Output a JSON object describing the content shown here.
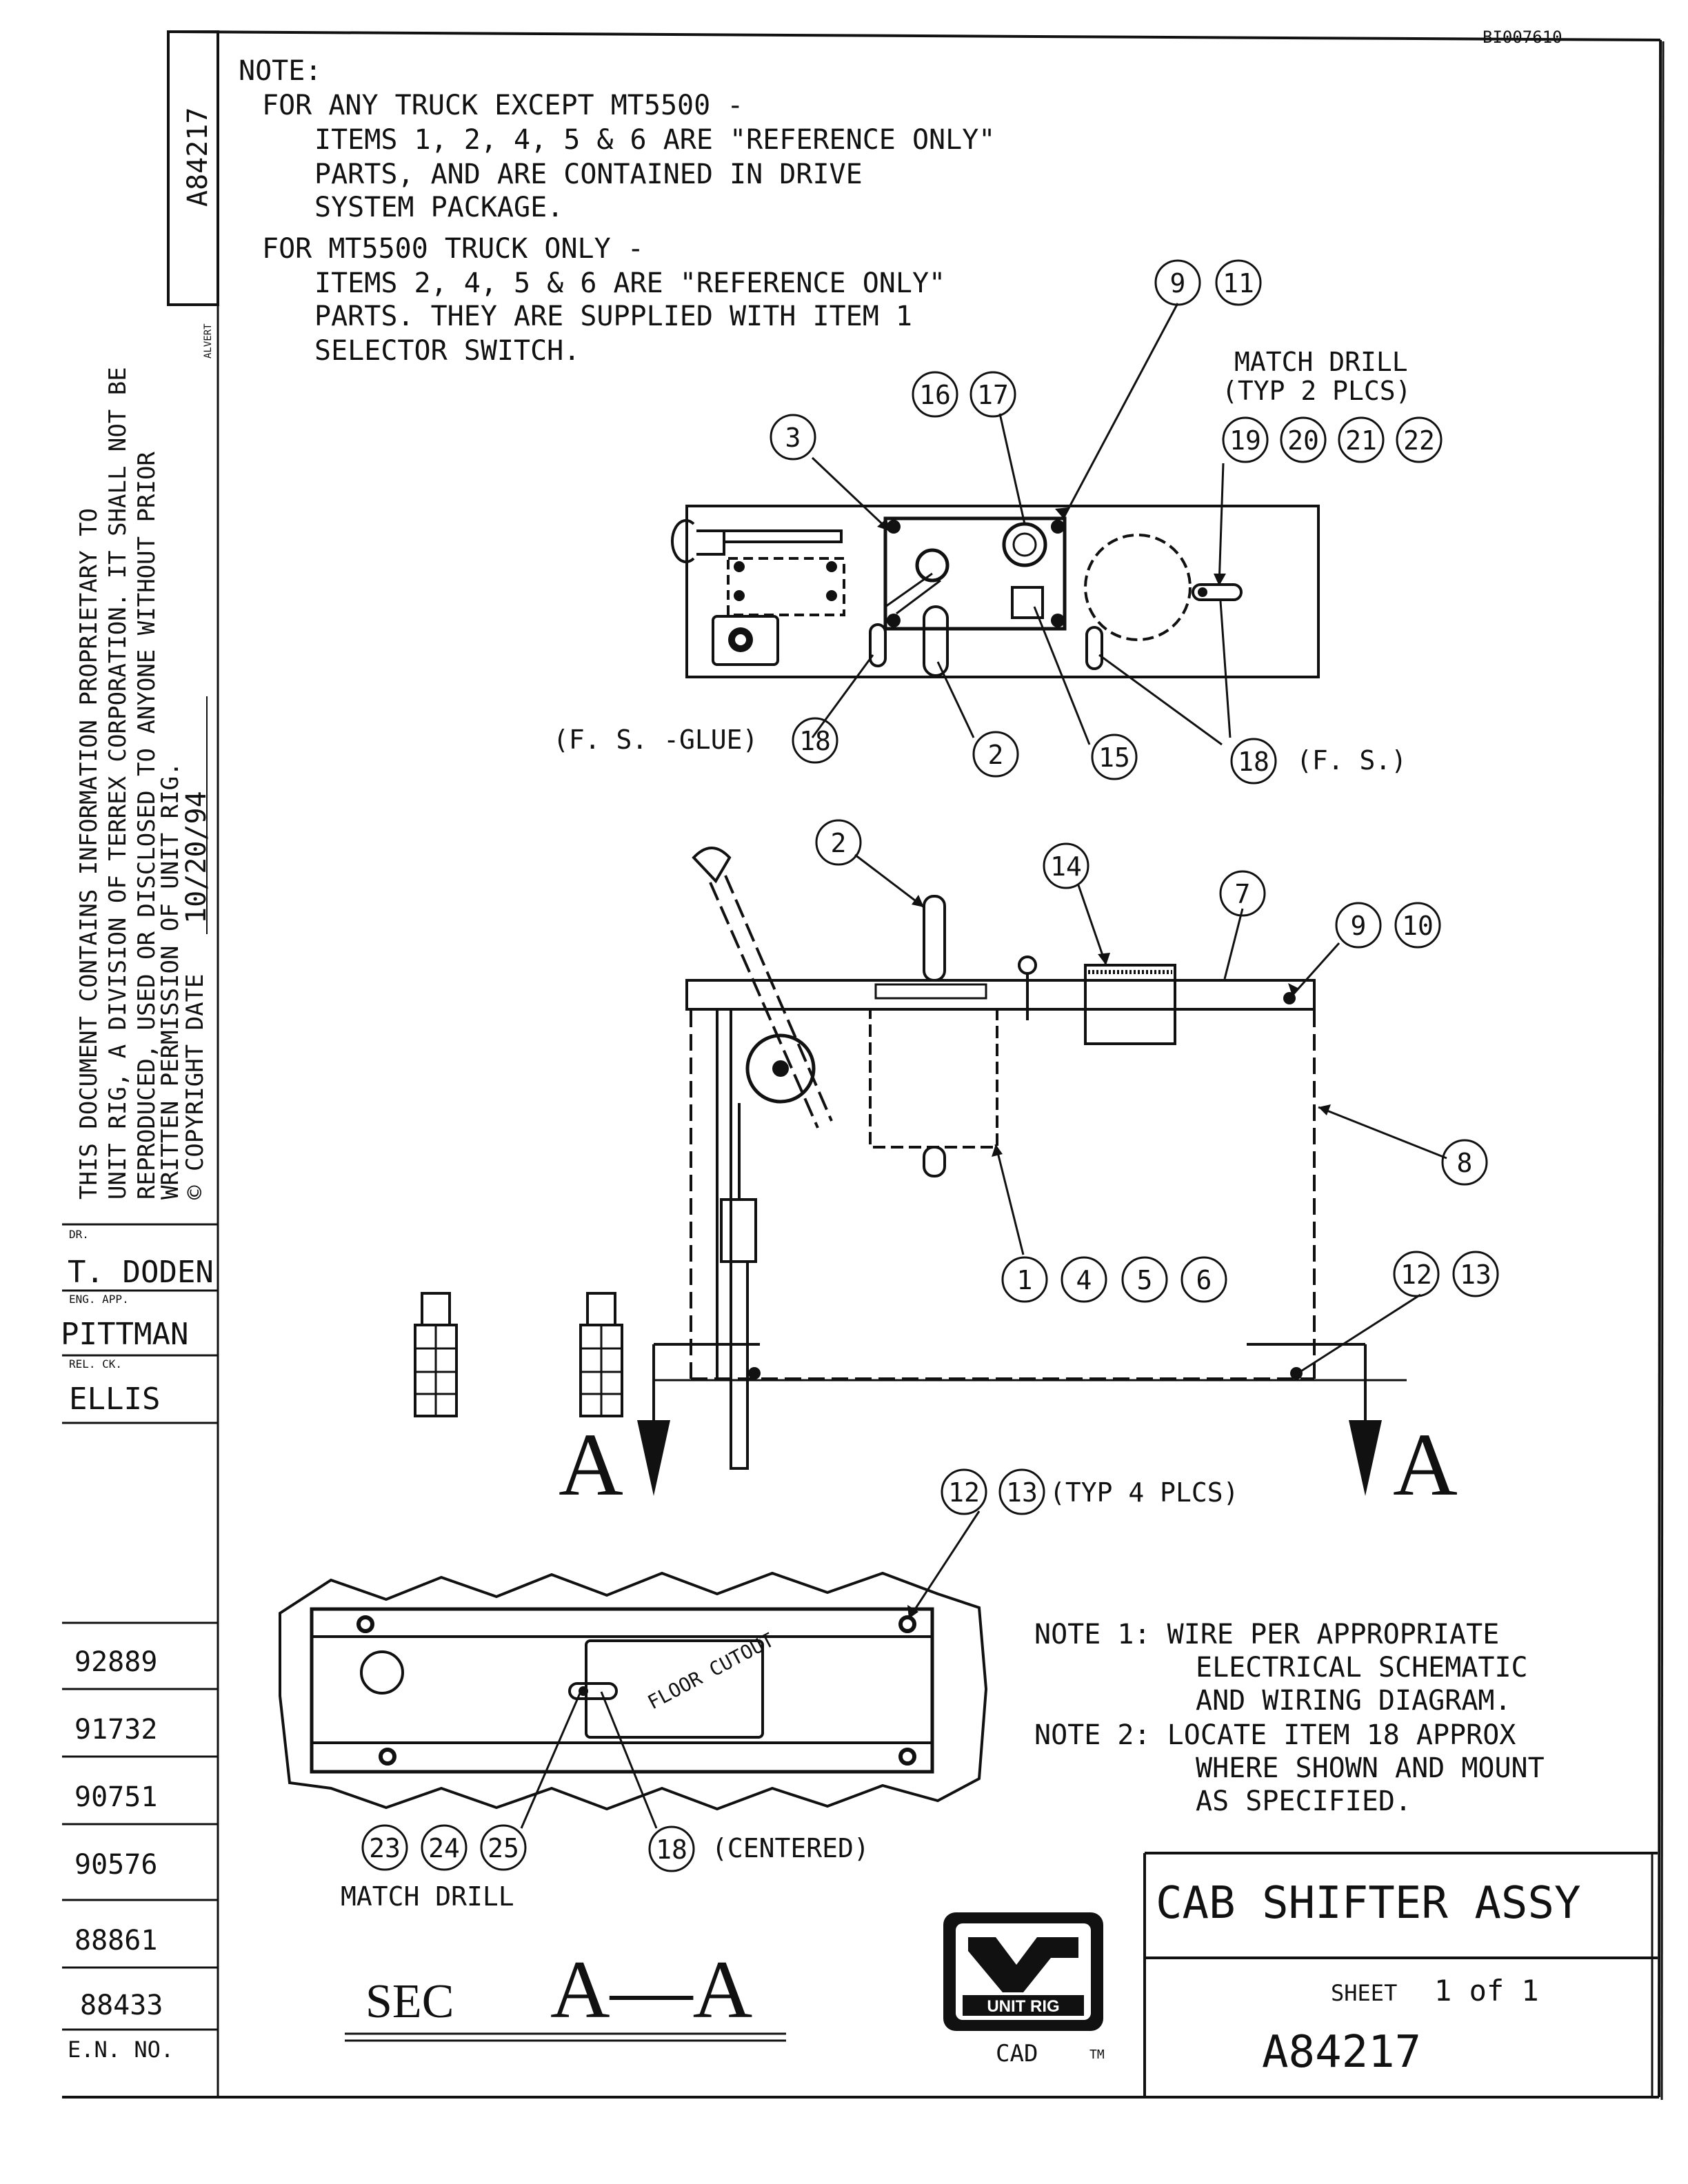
{
  "top_ref": "BI007610",
  "drawing_number_side": "A84217",
  "side_tag": "ALVERT",
  "notes": {
    "heading": "NOTE:",
    "lines": [
      "FOR ANY TRUCK EXCEPT MT5500 -",
      "ITEMS 1, 2, 4, 5 & 6 ARE \"REFERENCE ONLY\"",
      "PARTS, AND ARE CONTAINED IN DRIVE",
      "SYSTEM PACKAGE.",
      "FOR MT5500 TRUCK ONLY -",
      "ITEMS 2, 4, 5 & 6 ARE \"REFERENCE ONLY\"",
      "PARTS.   THEY ARE SUPPLIED WITH ITEM 1",
      "SELECTOR SWITCH."
    ]
  },
  "proprietary": {
    "lines": [
      "THIS DOCUMENT CONTAINS INFORMATION PROPRIETARY TO",
      "UNIT RIG, A DIVISION OF TERREX CORPORATION. IT SHALL NOT BE",
      "REPRODUCED, USED OR DISCLOSED TO ANYONE WITHOUT PRIOR",
      "WRITTEN PERMISSION OF UNIT RIG.",
      "© COPYRIGHT DATE"
    ],
    "date": "10/20/94"
  },
  "signoffs": {
    "dr_label": "DR.",
    "dr_name": "T. DODEN",
    "eng_label": "ENG. APP.",
    "eng_name": "PITTMAN",
    "rel_label": "REL. CK.",
    "rel_name": "ELLIS"
  },
  "eng_numbers": [
    "92889",
    "91732",
    "90751",
    "90576",
    "88861",
    "88433"
  ],
  "en_label": "E.N. NO.",
  "callouts": {
    "match_drill_top_1": "MATCH DRILL",
    "match_drill_top_2": "(TYP 2 PLCS)",
    "fs_glue": "(F. S. -GLUE)",
    "fs": "(F. S.)",
    "typ4": "(TYP 4 PLCS)",
    "centered": "(CENTERED)",
    "match_drill_bottom": "MATCH DRILL",
    "floor_cutout": "FLOOR CUTOUT",
    "section_letter": "A",
    "sec_label": "SEC",
    "sec_name": "A—A"
  },
  "balloons": {
    "b9a": "9",
    "b11": "11",
    "b16": "16",
    "b17": "17",
    "b3": "3",
    "b19": "19",
    "b20": "20",
    "b21": "21",
    "b22": "22",
    "b18a": "18",
    "b2a": "2",
    "b15": "15",
    "b18b": "18",
    "b2b": "2",
    "b14": "14",
    "b7": "7",
    "b9b": "9",
    "b10": "10",
    "b8": "8",
    "b1": "1",
    "b4": "4",
    "b5": "5",
    "b6": "6",
    "b12a": "12",
    "b13a": "13",
    "b12b": "12",
    "b13b": "13",
    "b23": "23",
    "b24": "24",
    "b25": "25",
    "b18c": "18"
  },
  "general_notes": [
    "NOTE 1:  WIRE PER APPROPRIATE",
    "ELECTRICAL SCHEMATIC",
    "AND WIRING DIAGRAM.",
    "NOTE 2:  LOCATE ITEM 18 APPROX",
    "WHERE SHOWN AND MOUNT",
    "AS SPECIFIED."
  ],
  "title_block": {
    "title": "CAB SHIFTER ASSY",
    "sheet_label": "SHEET",
    "sheet_value": "1 of 1",
    "drawing_number": "A84217",
    "logo_text": "UNIT RIG",
    "cad_label": "CAD",
    "tm": "TM"
  }
}
